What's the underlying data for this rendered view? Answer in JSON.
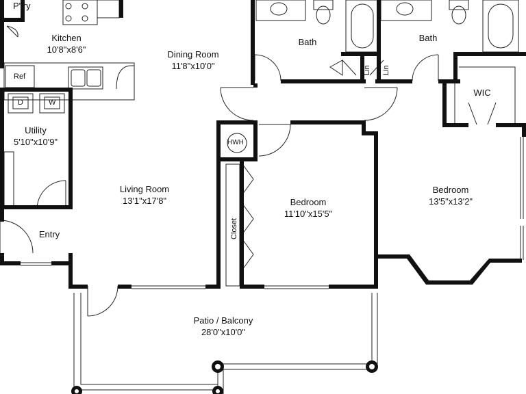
{
  "rooms": {
    "pantry": {
      "name": "P'try"
    },
    "kitchen": {
      "name": "Kitchen",
      "dims": "10'8\"x8'6\""
    },
    "dining": {
      "name": "Dining Room",
      "dims": "11'8\"x10'0\""
    },
    "bath1": {
      "name": "Bath"
    },
    "bath2": {
      "name": "Bath"
    },
    "wic": {
      "name": "WIC"
    },
    "utility": {
      "name": "Utility",
      "dims": "5'10\"x10'9\""
    },
    "living": {
      "name": "Living Room",
      "dims": "13'1\"x17'8\""
    },
    "entry": {
      "name": "Entry"
    },
    "bedroom1": {
      "name": "Bedroom",
      "dims": "11'10\"x15'5\""
    },
    "bedroom2": {
      "name": "Bedroom",
      "dims": "13'5\"x13'2\""
    },
    "patio": {
      "name": "Patio / Balcony",
      "dims": "28'0\"x10'0\""
    }
  },
  "fixtures": {
    "ref": "Ref",
    "dryer": "D",
    "washer": "W",
    "hwh": "HWH",
    "linen1": "Lin",
    "linen2": "Lin",
    "closet": "Closet"
  }
}
